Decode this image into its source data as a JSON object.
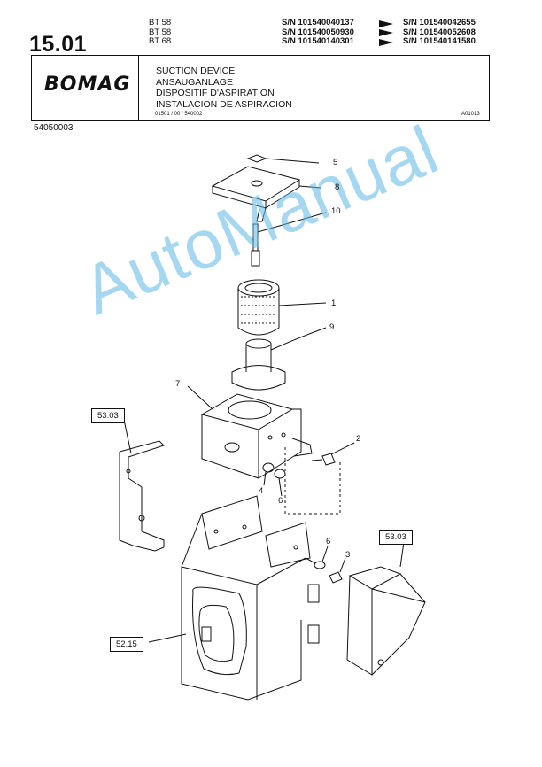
{
  "header": {
    "section_number": "15.01",
    "models": [
      "BT 58",
      "BT 58",
      "BT 68"
    ],
    "serial_ranges": [
      {
        "from": "S/N 101540040137",
        "to": "S/N 101540042655"
      },
      {
        "from": "S/N 101540050930",
        "to": "S/N 101540052608"
      },
      {
        "from": "S/N 101540140301",
        "to": "S/N 101540141580"
      }
    ]
  },
  "title_block": {
    "logo": "BOMAG",
    "titles": [
      "SUCTION DEVICE",
      "ANSAUGANLAGE",
      "DISPOSITIF D'ASPIRATION",
      "INSTALACION DE ASPIRACION"
    ],
    "reference_code": "01501 / 00 / 540002",
    "drawing_code": "A01013"
  },
  "document_number": "54050003",
  "watermark": "AutoManual",
  "callouts": {
    "c5": "5",
    "c8": "8",
    "c10": "10",
    "c1": "1",
    "c9": "9",
    "c7": "7",
    "c2": "2",
    "c4": "4",
    "c6a": "6",
    "c6b": "6",
    "c3": "3"
  },
  "reference_boxes": {
    "r1": "53.03",
    "r2": "53.03",
    "r3": "52.15"
  }
}
